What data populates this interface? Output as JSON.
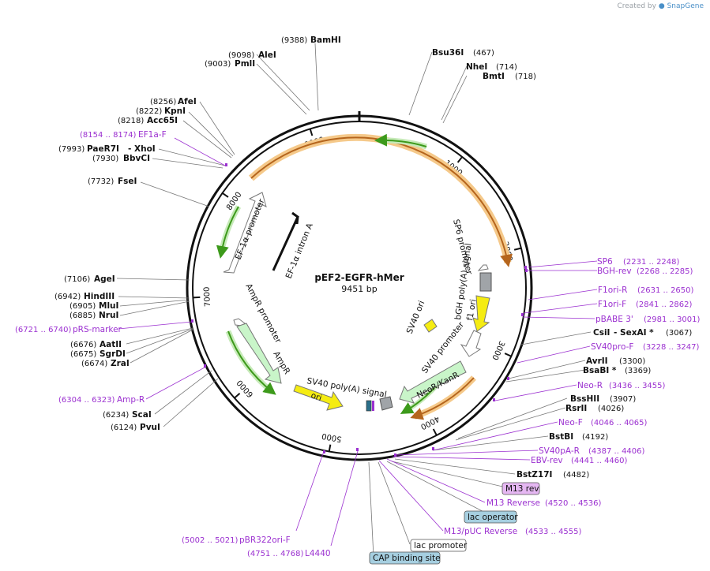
{
  "credit": {
    "prefix": "Created by",
    "brand": "SnapGene"
  },
  "plasmid": {
    "name": "pEF2-EGFR-hMer",
    "size_label": "9451 bp",
    "length": 9451
  },
  "ticks": [
    "1000",
    "2000",
    "3000",
    "4000",
    "5000",
    "6000",
    "7000",
    "8000",
    "9000"
  ],
  "enzymes": [
    {
      "name": "BamHI",
      "pos": "(9388)"
    },
    {
      "name": "AleI",
      "pos": "(9098)"
    },
    {
      "name": "PmlI",
      "pos": "(9003)"
    },
    {
      "name": "Bsu36I",
      "pos": "(467)"
    },
    {
      "name": "NheI",
      "pos": "(714)"
    },
    {
      "name": "BmtI",
      "pos": "(718)"
    },
    {
      "name": "AfeI",
      "pos": "(8256)"
    },
    {
      "name": "KpnI",
      "pos": "(8222)"
    },
    {
      "name": "Acc65I",
      "pos": "(8218)"
    },
    {
      "name": "PaeR7I",
      "pos": "(7993)",
      "extra": "- XhoI"
    },
    {
      "name": "BbvCI",
      "pos": "(7930)"
    },
    {
      "name": "FseI",
      "pos": "(7732)"
    },
    {
      "name": "AgeI",
      "pos": "(7106)"
    },
    {
      "name": "HindIII",
      "pos": "(6942)"
    },
    {
      "name": "MluI",
      "pos": "(6905)"
    },
    {
      "name": "NruI",
      "pos": "(6885)"
    },
    {
      "name": "AatII",
      "pos": "(6676)"
    },
    {
      "name": "SgrDI",
      "pos": "(6675)"
    },
    {
      "name": "ZraI",
      "pos": "(6674)"
    },
    {
      "name": "ScaI",
      "pos": "(6234)"
    },
    {
      "name": "PvuI",
      "pos": "(6124)"
    },
    {
      "name": "CsiI",
      "pos": "(3067)",
      "extra": "- SexAI *"
    },
    {
      "name": "AvrII",
      "pos": "(3300)"
    },
    {
      "name": "BsaBI *",
      "pos": "(3369)"
    },
    {
      "name": "BssHII",
      "pos": "(3907)"
    },
    {
      "name": "RsrII",
      "pos": "(4026)"
    },
    {
      "name": "BstBI",
      "pos": "(4192)"
    },
    {
      "name": "BstZ17I",
      "pos": "(4482)"
    }
  ],
  "primers": [
    {
      "name": "EF1a-F",
      "range": "(8154 .. 8174)"
    },
    {
      "name": "pRS-marker",
      "range": "(6721 .. 6740)"
    },
    {
      "name": "Amp-R",
      "range": "(6304 .. 6323)"
    },
    {
      "name": "SP6",
      "range": "(2231 .. 2248)"
    },
    {
      "name": "BGH-rev",
      "range": "(2268 .. 2285)"
    },
    {
      "name": "F1ori-R",
      "range": "(2631 .. 2650)"
    },
    {
      "name": "F1ori-F",
      "range": "(2841 .. 2862)"
    },
    {
      "name": "pBABE 3'",
      "range": "(2981 .. 3001)"
    },
    {
      "name": "SV40pro-F",
      "range": "(3228 .. 3247)"
    },
    {
      "name": "Neo-R",
      "range": "(3436 .. 3455)"
    },
    {
      "name": "Neo-F",
      "range": "(4046 .. 4065)"
    },
    {
      "name": "SV40pA-R",
      "range": "(4387 .. 4406)"
    },
    {
      "name": "EBV-rev",
      "range": "(4441 .. 4460)"
    },
    {
      "name": "M13 Reverse",
      "range": "(4520 .. 4536)"
    },
    {
      "name": "M13/pUC Reverse",
      "range": "(4533 .. 4555)"
    },
    {
      "name": "pBR322ori-F",
      "range": "(5002 .. 5021)"
    },
    {
      "name": "L4440",
      "range": "(4751 .. 4768)"
    }
  ],
  "boxed_labels": [
    {
      "name": "M13 rev",
      "color": "#e5b7f2"
    },
    {
      "name": "lac operator",
      "color": "#a6cfe0"
    },
    {
      "name": "lac promoter",
      "color": "#ffffff"
    },
    {
      "name": "CAP binding site",
      "color": "#a6cfe0"
    }
  ],
  "features": [
    {
      "name": "SP6 promoter"
    },
    {
      "name": "bGH poly(A) signal"
    },
    {
      "name": "f1 ori"
    },
    {
      "name": "SV40 promoter"
    },
    {
      "name": "NeoR/KanR"
    },
    {
      "name": "SV40 ori"
    },
    {
      "name": "SV40 poly(A) signal"
    },
    {
      "name": "ori"
    },
    {
      "name": "AmpR"
    },
    {
      "name": "AmpR promoter"
    },
    {
      "name": "EF-1α promoter"
    },
    {
      "name": "EF-1α intron A"
    }
  ],
  "colors": {
    "backbone": "#111111",
    "primer": "#9b30d0",
    "orange_feature": "#d9832a",
    "orange_halo": "#f5c98a",
    "green_arrow": "#3d9a1b",
    "promoter_fill": "#ffffff",
    "yellow": "#f5ec12",
    "ampr_fill": "#c9f5c9",
    "gray_box": "#a0a4a8"
  }
}
